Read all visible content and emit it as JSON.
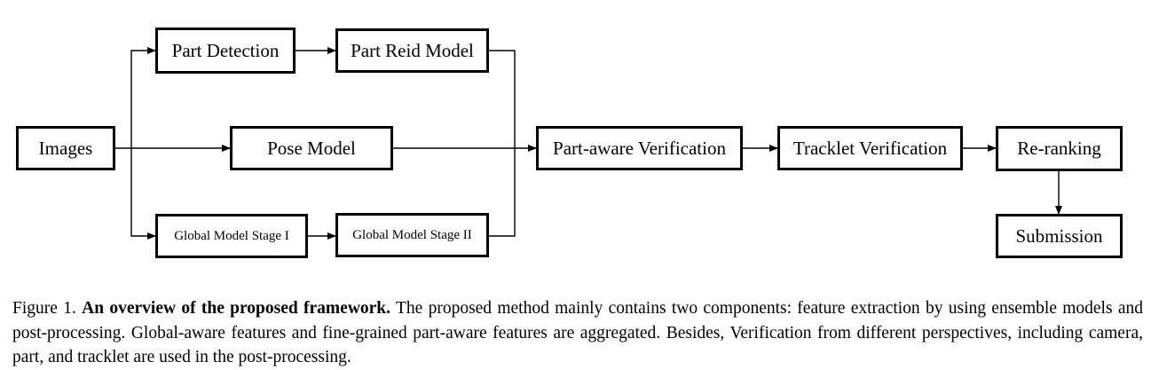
{
  "diagram": {
    "nodes": {
      "images": "Images",
      "part_detection": "Part Detection",
      "part_reid_model": "Part Reid Model",
      "pose_model": "Pose Model",
      "global_stage_1": "Global Model Stage I",
      "global_stage_2": "Global Model Stage II",
      "part_aware_verification": "Part-aware Verification",
      "tracklet_verification": "Tracklet Verification",
      "re_ranking": "Re-ranking",
      "submission": "Submission"
    },
    "edges": [
      {
        "from": "images",
        "to": "part_detection"
      },
      {
        "from": "images",
        "to": "pose_model"
      },
      {
        "from": "images",
        "to": "global_stage_1"
      },
      {
        "from": "part_detection",
        "to": "part_reid_model"
      },
      {
        "from": "global_stage_1",
        "to": "global_stage_2"
      },
      {
        "from": "part_reid_model",
        "to": "part_aware_verification"
      },
      {
        "from": "pose_model",
        "to": "part_aware_verification"
      },
      {
        "from": "global_stage_2",
        "to": "part_aware_verification"
      },
      {
        "from": "part_aware_verification",
        "to": "tracklet_verification"
      },
      {
        "from": "tracklet_verification",
        "to": "re_ranking"
      },
      {
        "from": "re_ranking",
        "to": "submission"
      }
    ]
  },
  "caption": {
    "label": "Figure 1.",
    "title": "An overview of the proposed framework.",
    "text": "The proposed method mainly contains two components: feature extraction by using ensemble models and post-processing. Global-aware features and fine-grained part-aware features are aggregated. Besides, Verification from different perspectives, including camera, part, and tracklet are used in the post-processing."
  }
}
